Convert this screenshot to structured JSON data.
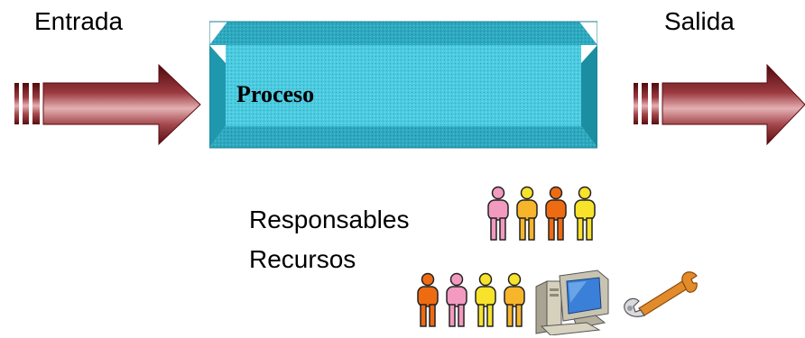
{
  "diagram": {
    "input_label": "Entrada",
    "output_label": "Salida",
    "process_label": "Proceso",
    "responsables_label": "Responsables",
    "recursos_label": "Recursos"
  },
  "colors": {
    "arrow_dark": "#6b0f12",
    "arrow_mid": "#b8555a",
    "arrow_light": "#e8b6b8",
    "box_face": "#47c9dd",
    "box_top": "#2aa7bd",
    "box_side": "#1f8fa3",
    "person_pink": "#f29ac0",
    "person_yellow": "#f7e32b",
    "person_orange": "#ef6b12",
    "computer_case": "#c9c4b2",
    "computer_screen": "#3a7fd8",
    "wrench": "#e28b2a"
  },
  "responsables_people": [
    "pink",
    "yellow",
    "orange",
    "yellow"
  ],
  "recursos_people": [
    "orange",
    "pink",
    "yellow",
    "yellow"
  ],
  "recursos_items": [
    "computer-icon",
    "wrench-icon"
  ]
}
